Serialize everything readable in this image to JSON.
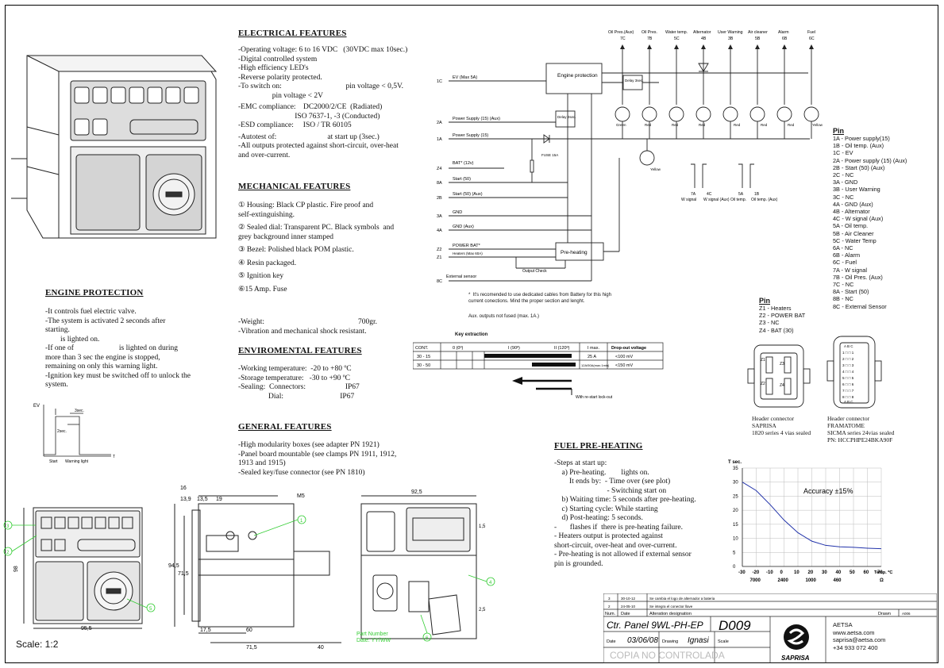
{
  "electrical": {
    "title": "ELECTRICAL FEATURES",
    "lines": [
      "-Operating voltage: 6 to 16 VDC   (30VDC max 10sec.)",
      "-Digital controlled system",
      "-High efficiency LED's",
      "-Reverse polarity protected.",
      "-To switch on:                                  pin voltage < 0,5V.",
      "                  pin voltage < 2V",
      "-EMC compliance:    DC2000/2/CE  (Radiated)",
      "                              ISO 7637-1, -3 (Conducted)",
      "-ESD compliance:     ISO / TR 60105",
      "-Autotest of:                           at start up (3sec.)",
      "-All outputs protected against short-circuit, over-heat",
      "and over-current."
    ]
  },
  "mechanical": {
    "title": "MECHANICAL FEATURES",
    "lines": [
      "① Housing: Black CP plastic. Fire proof and",
      "self-extinguishing.",
      "② Sealed dial: Transparent PC. Black symbols  and",
      "grey background inner stamped",
      "③ Bezel: Polished black POM plastic.",
      "④ Resin packaged.",
      "⑤ Ignition key",
      "⑥15 Amp. Fuse"
    ],
    "weight_label": "-Weight:",
    "weight_value": "700gr.",
    "vibration": "-Vibration and mechanical shock resistant."
  },
  "environmental": {
    "title": "ENVIROMENTAL FEATURES",
    "lines": [
      "-Working temperature:  -20 to +80 ºC",
      "-Storage temperature:   -30 to +90 ºC",
      "-Sealing:  Connectors:                     IP67",
      "                Dial:                              IP67"
    ]
  },
  "general": {
    "title": "GENERAL FEATURES",
    "lines": [
      "-High modularity boxes (see adapter PN 1921)",
      "-Panel board mountable (see clamps PN 1911, 1912,",
      "1913 and 1915)",
      "-Sealed key/fuse connector (see PN 1810)"
    ]
  },
  "engine_protection": {
    "title": "ENGINE PROTECTION",
    "lines": [
      "-It controls fuel electric valve.",
      "-The system is activated 2 seconds after",
      "starting.",
      "        is lighted on.",
      "-If one of                        is lighted on during",
      "more than 3 sec the engine is stopped,",
      "remaining on only this warning light.",
      "-Ignition key must be switched off to unlock the",
      "system."
    ],
    "timing": {
      "ev": "EV",
      "t3": "3sec.",
      "t2": "2sec.",
      "start": "Start",
      "warning": "Warning\nlight",
      "t": "T"
    }
  },
  "preheat": {
    "title": "FUEL PRE-HEATING",
    "lines": [
      "-Steps at start up:",
      "    a) Pre-heating.        lights on.",
      "        It ends by:  - Time over (see plot)",
      "                            - Switching start on",
      "    b) Waiting time: 5 seconds after pre-heating.",
      "    c) Starting cycle: While starting",
      "    d) Post-heating: 5 seconds.",
      "",
      "-       flashes if  there is pre-heating failure.",
      "- Heaters output is protected against",
      "short-circuit, over-heat and over-current.",
      "- Pre-heating is not allowed if external sensor",
      "pin is grounded."
    ]
  },
  "plot": {
    "ylabel": "T sec.",
    "y_ticks": [
      "35",
      "30",
      "25",
      "20",
      "15",
      "10",
      "5",
      "0"
    ],
    "x_ticks": [
      "-30",
      "-20",
      "-10",
      "0",
      "10",
      "20",
      "30",
      "40",
      "50",
      "60",
      "70"
    ],
    "x_unit": "Temp. ºC",
    "ohm_ticks": [
      "7000",
      "2400",
      "1000",
      "460"
    ],
    "ohm_unit": "Ω",
    "accuracy": "Accuracy ±15%"
  },
  "chart_data": {
    "type": "line",
    "x": [
      -30,
      -20,
      -10,
      0,
      10,
      20,
      30,
      40,
      50,
      60,
      70
    ],
    "series": [
      {
        "values": [
          30,
          27,
          22,
          16.5,
          12,
          9,
          7.5,
          7,
          6.8,
          6.5,
          6.3
        ]
      }
    ],
    "ylabel": "T sec.",
    "xlabel": "Temp. ºC",
    "xlim": [
      -30,
      70
    ],
    "ylim": [
      0,
      35
    ],
    "annotations": [
      "Accuracy ±15%"
    ]
  },
  "schematic": {
    "top_labels": [
      {
        "name": "Oil Pres.(Aux)",
        "pin": "7C"
      },
      {
        "name": "Oil Pres.",
        "pin": "7B"
      },
      {
        "name": "Water temp.",
        "pin": "5C"
      },
      {
        "name": "Alternator",
        "pin": "4B"
      },
      {
        "name": "User Warning",
        "pin": "3B"
      },
      {
        "name": "Air cleaner",
        "pin": "5B"
      },
      {
        "name": "Alarm",
        "pin": "6B"
      },
      {
        "name": "Fuel",
        "pin": "6C"
      }
    ],
    "lamp_colors": [
      "Green",
      "Red",
      "Red",
      "Red",
      "Red",
      "Red",
      "Red",
      "Yellow"
    ],
    "engine_protection": "Engine\nprotection",
    "delay1": "Delay\n3sec.",
    "delay2": "Delay\n2sec.",
    "preheating": "Pre-heating",
    "output_check": "Output Check",
    "fuse": "FUSE 15A",
    "yellow": "Yellow",
    "left_pins": [
      {
        "pin": "1C",
        "label": "EV (Max 5A)"
      },
      {
        "pin": "2A",
        "label": "Power Supply (15) (Aux)"
      },
      {
        "pin": "1A",
        "label": "Power Supply (15)"
      },
      {
        "pin": "Z4",
        "label": "BAT* (12v)"
      },
      {
        "pin": "8A",
        "label": "Start (50)"
      },
      {
        "pin": "2B",
        "label": "Start (50) (Aux)"
      },
      {
        "pin": "3A",
        "label": "GND"
      },
      {
        "pin": "4A",
        "label": "GND (Aux)"
      },
      {
        "pin": "Z2",
        "label": "POWER BAT*"
      },
      {
        "pin": "Z1",
        "label": "Heaters (Max 60A)"
      },
      {
        "pin": "8C",
        "label": "External sensor"
      }
    ],
    "signals": [
      {
        "pin": "7A",
        "name": "W signal"
      },
      {
        "pin": "4C",
        "name": "W signal (Aux)"
      },
      {
        "pin": "5A",
        "name": "Oil temp."
      },
      {
        "pin": "1B",
        "name": "Oil temp. (Aux)"
      }
    ],
    "note1": "*  It's recomended to use dedicated cables from Battery for this high\ncurrent conections. Mind the proper section and lenght.",
    "note2": "Aux. outputs not fused (max. 1A.)"
  },
  "key_table": {
    "title": "Key extraction",
    "header": [
      "CONT.",
      "0 (0º)",
      "I (90º)",
      "II (120º)",
      "I max.",
      "Drop-out voltage"
    ],
    "rows": [
      [
        "30 - 15",
        "25 A",
        "<100 mV"
      ],
      [
        "30 - 50",
        "12A/50A(max.1min)",
        "<150 mV"
      ]
    ],
    "restart": "With re-start lock-out"
  },
  "pins": {
    "title": "Pin",
    "list": [
      "1A - Power supply(15)",
      "1B - Oil temp. (Aux)",
      "1C - EV",
      "2A - Power supply (15) (Aux)",
      "2B - Start (50) (Aux)",
      "2C - NC",
      "3A - GND",
      "3B - User Warning",
      "3C - NC",
      "4A - GND (Aux)",
      "4B - Alternator",
      "4C - W signal (Aux)",
      "5A - Oil temp.",
      "5B - Air Cleaner",
      "5C - Water Temp",
      "6A - NC",
      "6B - Alarm",
      "6C - Fuel",
      "7A - W signal",
      "7B - Oil Pres. (Aux)",
      "7C - NC",
      "8A - Start (50)",
      "8B - NC",
      "8C - External Sensor"
    ],
    "z_title": "Pin",
    "z_list": [
      "Z1 - Heaters",
      "Z2 - POWER BAT",
      "Z3 - NC",
      "Z4 - BAT (30)"
    ],
    "header1": "Header connector\nSAPRISA\n1820 series 4 vias sealed",
    "header2": "Header connector\nFRAMATOME\nSICMA series 24vias sealed\nPN: HCCPHPE24BKA90F"
  },
  "dims": {
    "scale": "Scale: 1:2",
    "front_w": "95,5",
    "front_h": "98",
    "side": [
      "16",
      "13,9",
      "13,5",
      "19",
      "M5",
      "94,5",
      "71,5",
      "17,5",
      "60",
      "71,5",
      "40"
    ],
    "back": [
      "92,5",
      "1,5",
      "2,5"
    ],
    "part_number": "Part Number\nDate: YY/WW"
  },
  "title_block": {
    "revisions": [
      [
        "3",
        "30-10-12",
        "Se cambia el logo de alternador a bateria"
      ],
      [
        "2",
        "24-05-10",
        "Se integra el conector llave"
      ]
    ],
    "num": "Num.",
    "date_h": "Date",
    "alteration": "Alteration designation",
    "drawn": "Drawn",
    "a006": "A006",
    "product": "Ctr. Panel 9WL-PH-EP",
    "code": "D009",
    "date_label": "Date",
    "date": "03/06/08",
    "drawing_label": "Drawing",
    "drawing": "Ignasi",
    "scale_label": "Scale",
    "watermark": "COPIA NO CONTROLADA",
    "company": "AETSA\nwww.aetsa.com\nsaprisa@aetsa.com\n+34 933 072 400",
    "brand": "SAPRISA"
  }
}
